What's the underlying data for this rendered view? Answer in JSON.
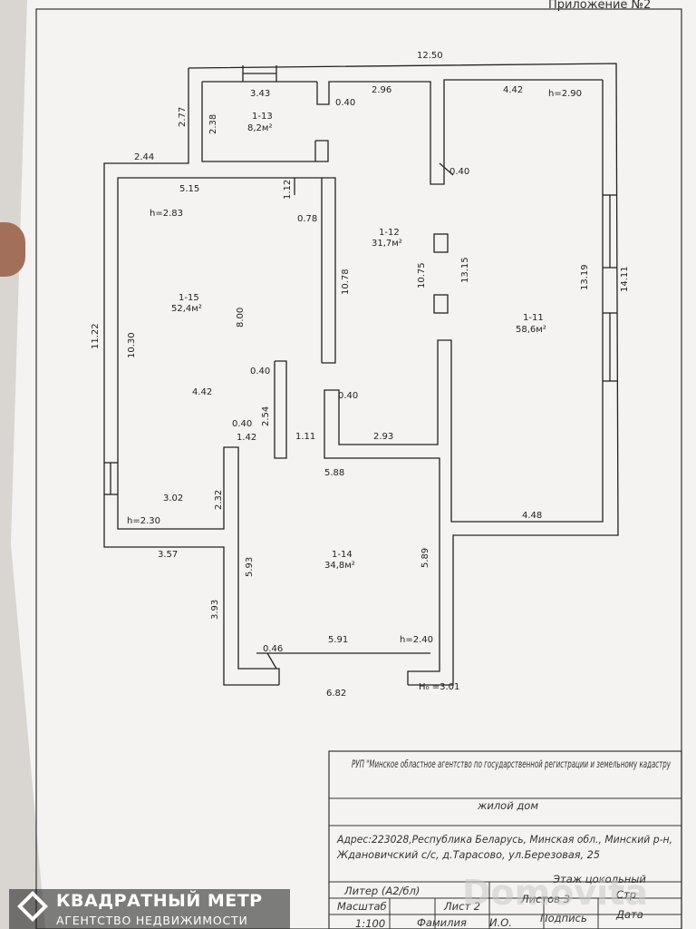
{
  "header": {
    "appendix": "Приложение №2"
  },
  "rooms": [
    {
      "id": "1-13",
      "area": "8,2м²"
    },
    {
      "id": "1-12",
      "area": "31,7м²"
    },
    {
      "id": "1-11",
      "area": "58,6м²"
    },
    {
      "id": "1-15",
      "area": "52,4м²"
    },
    {
      "id": "1-14",
      "area": "34,8м²"
    }
  ],
  "dimensions": [
    "12.50",
    "3.43",
    "0.40",
    "2.96",
    "4.42",
    "h=2.90",
    "2.77",
    "2.38",
    "2.44",
    "0.40",
    "5.15",
    "1.12",
    "h=2.83",
    "0.78",
    "10.78",
    "10.75",
    "13.15",
    "13.19",
    "14.11",
    "11.22",
    "10.30",
    "8.00",
    "0.40",
    "4.42",
    "0.40",
    "2.54",
    "0.40",
    "1.42",
    "1.11",
    "2.93",
    "5.88",
    "3.02",
    "2.32",
    "h=2.30",
    "3.57",
    "4.48",
    "5.93",
    "5.89",
    "3.93",
    "0.46",
    "5.91",
    "h=2.40",
    "Н₀ =3.01",
    "6.82"
  ],
  "title_block": {
    "organization": "РУП \"Минское областное агентство по государственной регистрации и земельному кадастру",
    "object": "жилой дом",
    "address_line1": "Адрес:223028,Республика Беларусь, Минская обл., Минский р-н,",
    "address_line2": "Ждановичский с/с, д.Тарасово, ул.Березовая, 25",
    "liter": "Литер (А2/бл)",
    "floor": "Этаж цокольный",
    "scale_label": "Масштаб",
    "sheet_label": "Лист 2",
    "sheets_label": "Листов 3",
    "page_label": "Стр",
    "scale_value": "1:100",
    "surname_label": "Фамилия",
    "initials_label": "И.О.",
    "signature_label": "Подпись",
    "date_label": "Дата"
  },
  "watermark": {
    "title": "КВАДРАТНЫЙ МЕТР",
    "subtitle": "АГЕНТСТВО НЕДВИЖИМОСТИ",
    "domovita": "Domovita"
  }
}
